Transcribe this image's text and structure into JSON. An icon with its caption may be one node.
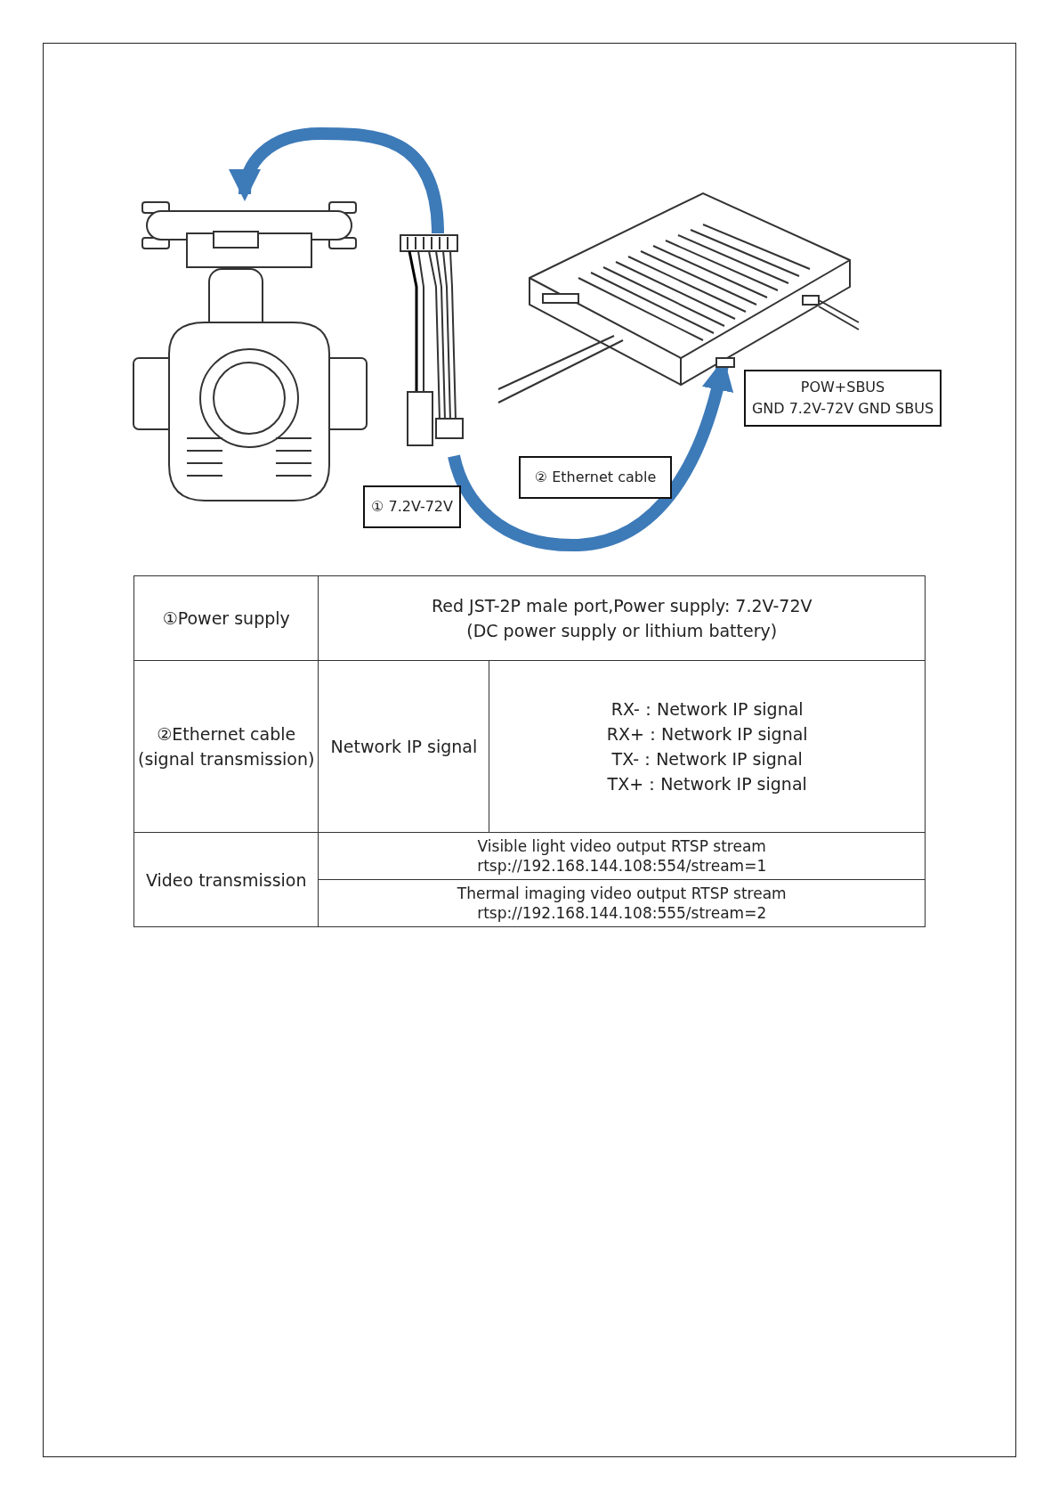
{
  "diagram": {
    "nodes": [
      {
        "text": [],
        "shape": "picture"
      },
      {
        "text": [],
        "shape": "picture"
      },
      {
        "text": [],
        "shape": "picture"
      },
      {
        "text": [
          "① 7.2V-72V"
        ]
      },
      {
        "text": [
          "② Ethernet cable"
        ]
      },
      {
        "text": [
          "POW+SBUS",
          "GND 7.2V-72V GND SBUS"
        ]
      }
    ],
    "edges": [
      {
        "from": 1,
        "to": 0,
        "arrow": "to"
      },
      {
        "from": 1,
        "to": 2,
        "arrow": "to"
      }
    ],
    "labels": [
      "①Power supply",
      "Red JST-2P male port,Power supply: 7.2V-72V",
      "(DC power supply or lithium battery)",
      "②Ethernet cable",
      "(signal transmission)",
      "Network IP signal",
      "RX-：Network IP signal",
      "RX+：Network IP signal",
      "TX-：Network IP signal",
      "TX+：Network IP signal",
      "Video transmission",
      "Visible light video output RTSP stream",
      "rtsp://192.168.144.108:554/stream=1",
      "Thermal imaging video output RTSP stream",
      "rtsp://192.168.144.108:555/stream=2"
    ]
  }
}
